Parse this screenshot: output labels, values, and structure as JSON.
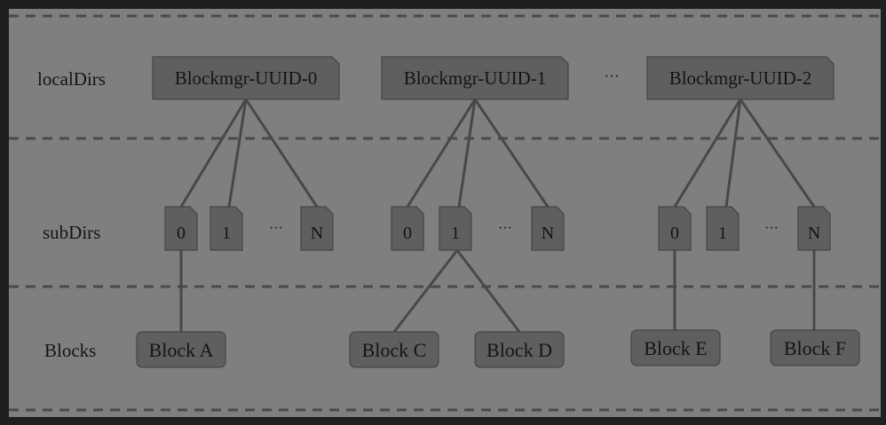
{
  "colors": {
    "outer_background": "#1f1f1f",
    "panel_background": "#7f7f7f",
    "box_fill": "#5f5f5f",
    "line_color": "#484848",
    "text_color": "#141414",
    "dash_color": "#4a4a4a"
  },
  "row_labels": {
    "local_dirs": "localDirs",
    "sub_dirs": "subDirs",
    "blocks": "Blocks"
  },
  "ellipsis": "···",
  "block_managers": [
    {
      "label": "Blockmgr-UUID-0",
      "subdirs": [
        "0",
        "1",
        "N"
      ],
      "blocks": [
        {
          "label": "Block A",
          "subdir": "0"
        }
      ]
    },
    {
      "label": "Blockmgr-UUID-1",
      "subdirs": [
        "0",
        "1",
        "N"
      ],
      "blocks": [
        {
          "label": "Block C",
          "subdir": "1"
        },
        {
          "label": "Block D",
          "subdir": "1"
        }
      ]
    },
    {
      "label": "Blockmgr-UUID-2",
      "subdirs": [
        "0",
        "1",
        "N"
      ],
      "blocks": [
        {
          "label": "Block E",
          "subdir": "0"
        },
        {
          "label": "Block F",
          "subdir": "N"
        }
      ]
    }
  ]
}
